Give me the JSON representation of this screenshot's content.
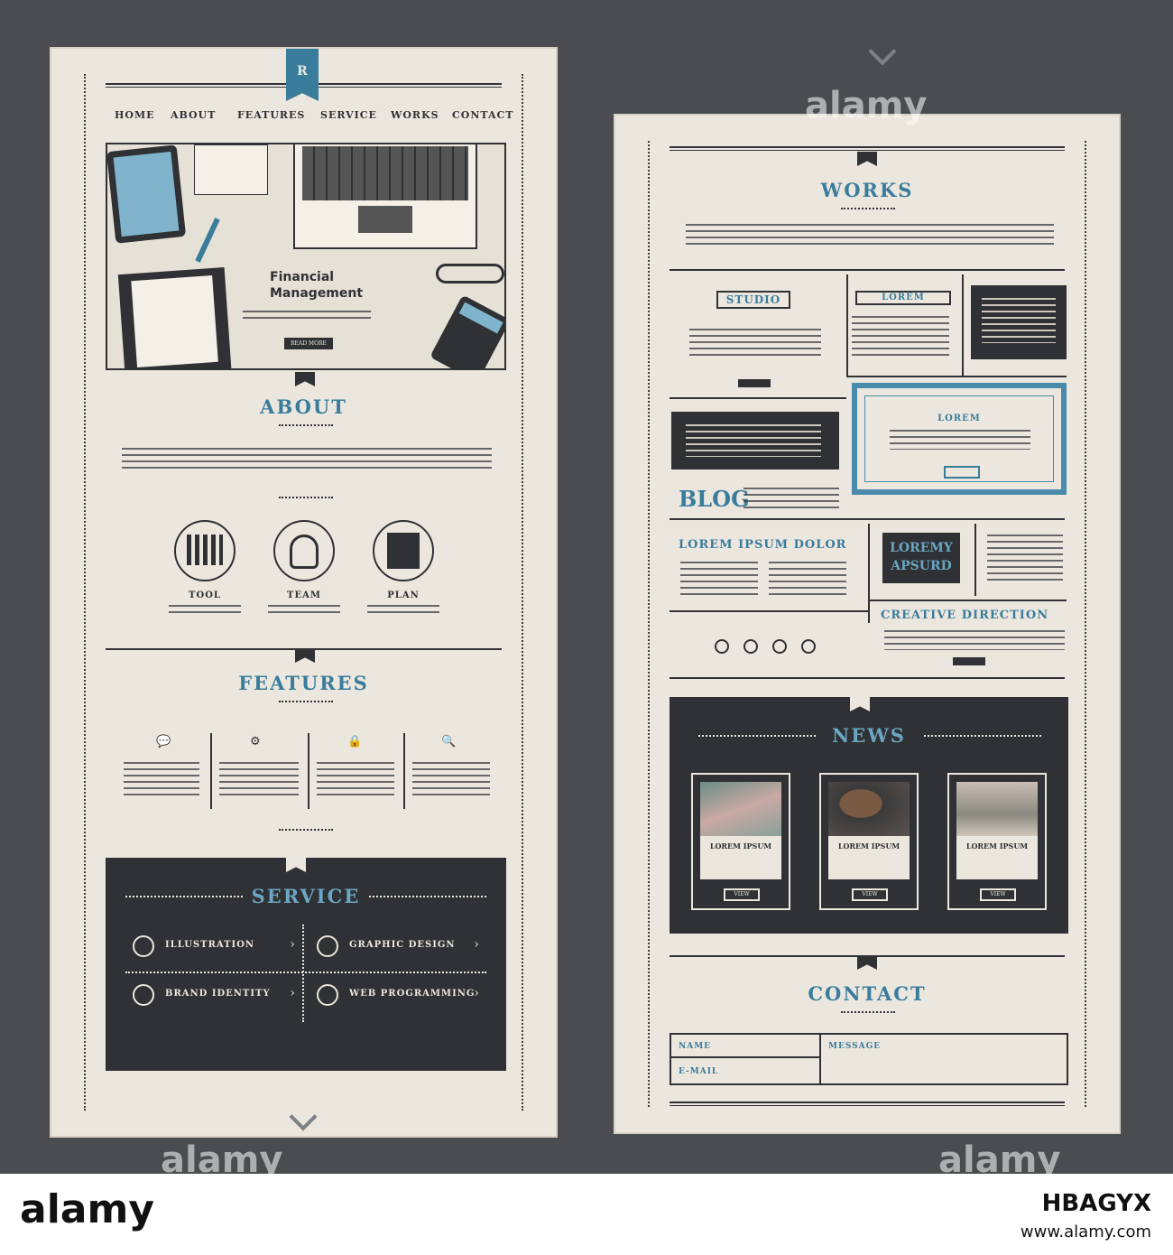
{
  "left_page": {
    "logo_letter": "R",
    "nav": [
      "HOME",
      "ABOUT",
      "FEATURES",
      "SERVICE",
      "WORKS",
      "CONTACT"
    ],
    "hero": {
      "title_line1": "Financial",
      "title_line2": "Management",
      "button_label": "READ MORE"
    },
    "about": {
      "title": "ABOUT",
      "features": [
        {
          "label": "TOOL"
        },
        {
          "label": "TEAM"
        },
        {
          "label": "PLAN"
        }
      ]
    },
    "features": {
      "title": "FEATURES",
      "icons": [
        "speech-bubble-icon",
        "gears-icon",
        "lock-icon",
        "magnifier-icon"
      ]
    },
    "service": {
      "title": "SERVICE",
      "items": [
        {
          "label": "ILLUSTRATION",
          "icon": "image-icon"
        },
        {
          "label": "GRAPHIC DESIGN",
          "icon": "pen-icon"
        },
        {
          "label": "BRAND IDENTITY",
          "icon": "document-icon"
        },
        {
          "label": "WEB PROGRAMMING",
          "icon": "code-icon"
        }
      ]
    }
  },
  "right_page": {
    "works": {
      "title": "WORKS",
      "studio_label": "STUDIO",
      "lorem_label": "LOREM",
      "framed_label": "LOREM",
      "blog_label": "BLOG",
      "headline": "LOREM IPSUM DOLOR",
      "stamp_line1": "LOREMY",
      "stamp_line2": "APSURD",
      "creative_label": "CREATIVE DIRECTION"
    },
    "news": {
      "title": "NEWS",
      "cards": [
        {
          "title": "LOREM IPSUM",
          "button": "VIEW"
        },
        {
          "title": "LOREM IPSUM",
          "button": "VIEW"
        },
        {
          "title": "LOREM IPSUM",
          "button": "VIEW"
        }
      ]
    },
    "contact": {
      "title": "CONTACT",
      "name_label": "NAME",
      "email_label": "E-MAIL",
      "message_label": "MESSAGE"
    }
  },
  "watermark": {
    "brand": "alamy",
    "image_id": "HBAGYX",
    "site": "www.alamy.com"
  },
  "colors": {
    "background": "#4a4c50",
    "paper": "#ece7de",
    "ink": "#2f3134",
    "accent": "#3a7c9c"
  }
}
